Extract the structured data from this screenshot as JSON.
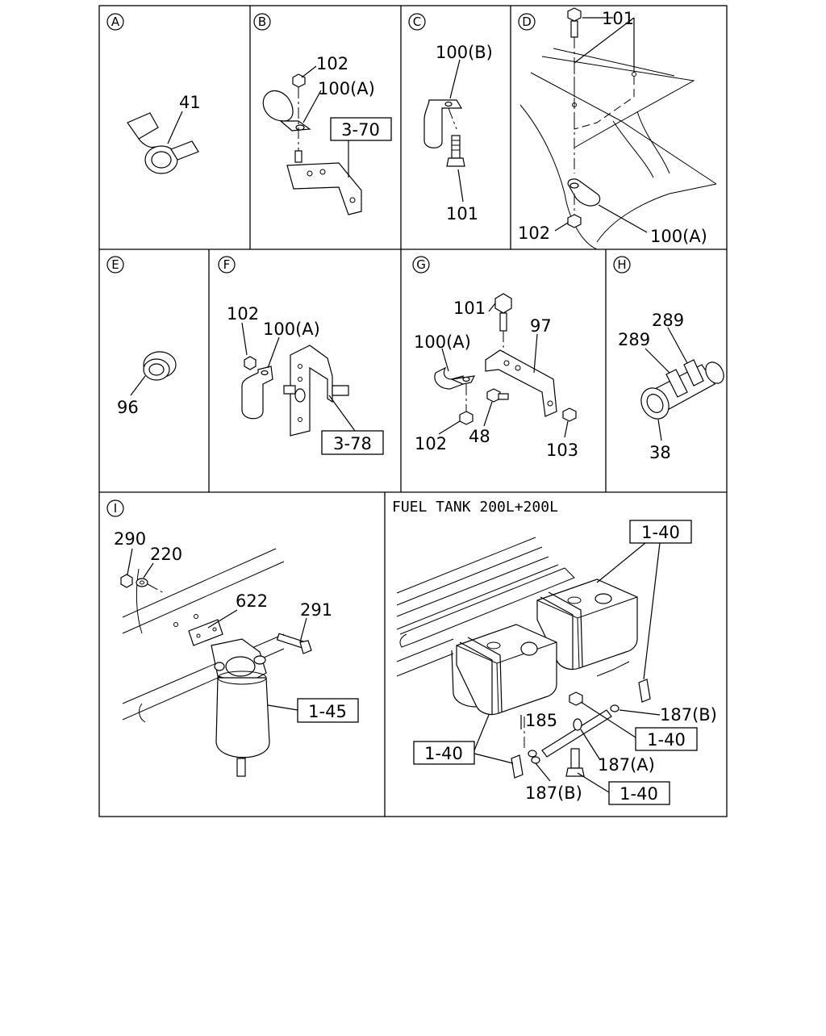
{
  "panels": [
    {
      "id": "A",
      "labels": [
        "41"
      ]
    },
    {
      "id": "B",
      "labels": [
        "102",
        "100(A)"
      ],
      "ref": "3-70"
    },
    {
      "id": "C",
      "labels": [
        "100(B)",
        "101"
      ]
    },
    {
      "id": "D",
      "labels": [
        "101",
        "102",
        "100(A)"
      ]
    },
    {
      "id": "E",
      "labels": [
        "96"
      ]
    },
    {
      "id": "F",
      "labels": [
        "102",
        "100(A)"
      ],
      "ref": "3-78"
    },
    {
      "id": "G",
      "labels": [
        "101",
        "97",
        "100(A)",
        "102",
        "48",
        "103"
      ]
    },
    {
      "id": "H",
      "labels": [
        "289",
        "289",
        "38"
      ]
    },
    {
      "id": "I",
      "labels": [
        "290",
        "220",
        "622",
        "291"
      ],
      "ref": "1-45"
    },
    {
      "id": "J",
      "title": "FUEL TANK 200L+200L",
      "labels": [
        "185",
        "187(B)",
        "187(A)",
        "187(B)"
      ],
      "refs": [
        "1-40",
        "1-40",
        "1-40",
        "1-40"
      ]
    }
  ]
}
